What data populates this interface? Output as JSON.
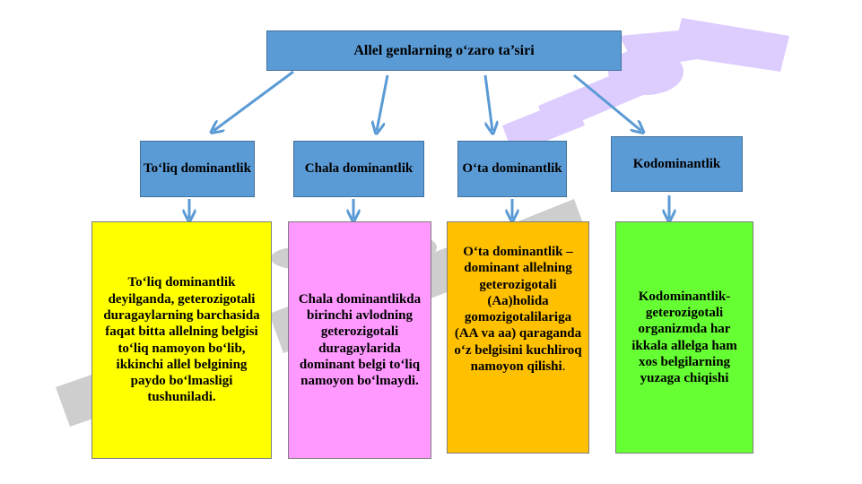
{
  "diagram": {
    "root": "Allel genlarning o‘zaro ta’siri",
    "types": [
      "To‘liq dominantlik",
      "Chala dominantlik",
      "O‘ta dominantlik",
      "Kodominantlik"
    ],
    "descriptions": [
      "To‘liq dominantlik deyilganda, geterozigotali duragaylarning barchasida faqat bitta allelning belgisi to‘liq namoyon bo‘lib, ikkinchi allel belgining paydo bo‘lmasligi tushuniladi.",
      "Chala dominantlikda birinchi avlodning geterozigotali duragaylarida dominant belgi to‘liq namoyon bo‘lmaydi.",
      "O‘ta dominantlik – dominant allelning geterozigotali (Aa)holida gomozigotalilariga (AA va aa) qaraganda o‘z belgisini kuchliroq namoyon qilishi",
      "Kodominantlik- geterozigotali organizmda har ikkala allelga ham xos belgilarning yuzaga chiqishi"
    ],
    "description_suffix_3": ".",
    "colors": {
      "header_blue": "#5b9bd5",
      "box1": "#ffff00",
      "box2": "#ff99ff",
      "box3": "#ffc000",
      "box4": "#66ff33",
      "arrow": "#5b9bd5"
    }
  }
}
